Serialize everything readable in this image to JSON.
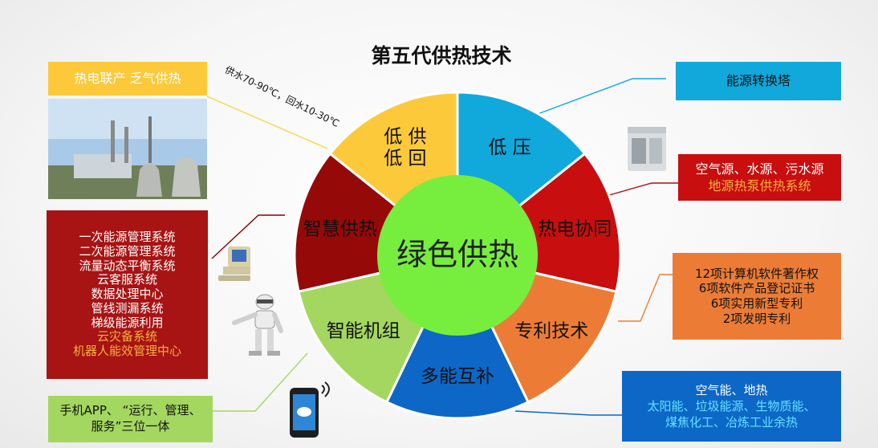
{
  "title": "第五代供热技术",
  "note": "供水70-90℃，回水10-30℃",
  "wheel": {
    "center_label": "绿色供热",
    "sectors": [
      {
        "id": "low-supply",
        "lines": [
          "低 供",
          "低 回"
        ],
        "color": "#fcc93b"
      },
      {
        "id": "low-pressure",
        "lines": [
          "低  压"
        ],
        "color": "#11a8dc"
      },
      {
        "id": "chp",
        "lines": [
          "热电协同"
        ],
        "color": "#c80e0e"
      },
      {
        "id": "patent",
        "lines": [
          "专利技术"
        ],
        "color": "#ec7c35"
      },
      {
        "id": "multi-energy",
        "lines": [
          "多能互补"
        ],
        "color": "#0d67c7"
      },
      {
        "id": "smart-unit",
        "lines": [
          "智能机组"
        ],
        "color": "#a4d75f"
      },
      {
        "id": "smart-heating",
        "lines": [
          "智慧供热"
        ],
        "color": "#960909"
      }
    ]
  },
  "boxes": {
    "top_left": {
      "line1": "热电联产 乏气供热",
      "color": "#fcc93b"
    },
    "left_systems": {
      "items": [
        "一次能源管理系统",
        "二次能源管理系统",
        "流量动态平衡系统",
        "云客服系统",
        "数据处理中心",
        "管线测漏系统",
        "梯级能源利用"
      ],
      "highlight_items": [
        "云灾备系统",
        "机器人能效管理中心"
      ],
      "color": "#a81313"
    },
    "bottom_left": {
      "line1": "手机APP、 “运行、管理、",
      "line2": "服务”三位一体",
      "color": "#a4d75f"
    },
    "top_right": {
      "line1": "能源转换塔",
      "color": "#11a8dc"
    },
    "heat_pump": {
      "line1": "空气源、水源、污水源",
      "line2": "地源热泵供热系统",
      "color": "#c80e0e"
    },
    "patents": {
      "items": [
        "12项计算机软件著作权",
        "6项软件产品登记证书",
        "6项实用新型专利",
        "2项发明专利"
      ],
      "color": "#ec7c35"
    },
    "energy": {
      "line1": "空气能、地热",
      "line2": "太阳能、垃圾能源、生物质能、",
      "line3": "煤焦化工、冶炼工业余热",
      "color": "#0d67c7"
    }
  }
}
